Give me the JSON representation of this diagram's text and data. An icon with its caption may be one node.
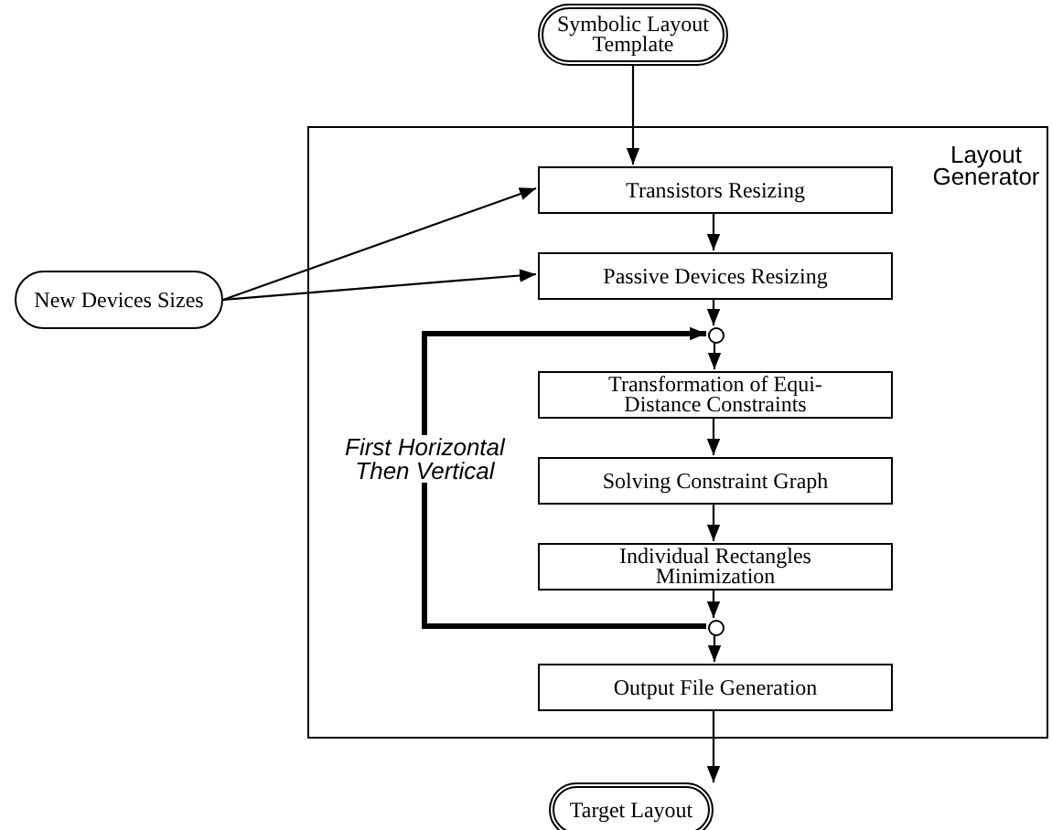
{
  "diagram": {
    "nodes": [
      {
        "text": [
          "Symbolic Layout Template"
        ]
      },
      {
        "text": [
          "Layout Generator"
        ]
      },
      {
        "text": [
          "New Devices Sizes"
        ]
      },
      {
        "text": [
          "Transistors Resizing"
        ],
        "in": 1
      },
      {
        "text": [
          "Passive Devices Resizing"
        ],
        "in": 1
      },
      {
        "text": [],
        "shape": "circle",
        "in": 1
      },
      {
        "text": [
          "Transformation of Equi-Distance Constraints"
        ],
        "in": 1
      },
      {
        "text": [
          "Solving Constraint Graph"
        ],
        "in": 1
      },
      {
        "text": [
          "Individual Rectangles Minimization"
        ],
        "in": 1
      },
      {
        "text": [],
        "shape": "circle",
        "in": 1
      },
      {
        "text": [
          "Output File Generation"
        ],
        "in": 1
      },
      {
        "text": [
          "Target Layout"
        ]
      }
    ],
    "edges": [
      {
        "from": 0,
        "to": 3,
        "arrow": "to"
      },
      {
        "from": 2,
        "to": 3,
        "arrow": "to"
      },
      {
        "from": 2,
        "to": 4,
        "arrow": "to"
      },
      {
        "from": 3,
        "to": 4,
        "arrow": "to"
      },
      {
        "from": 4,
        "to": 5,
        "arrow": "to"
      },
      {
        "from": 5,
        "to": 6,
        "arrow": "to"
      },
      {
        "from": 6,
        "to": 7,
        "arrow": "to"
      },
      {
        "from": 7,
        "to": 8,
        "arrow": "to"
      },
      {
        "from": 8,
        "to": 9,
        "arrow": "to"
      },
      {
        "from": 9,
        "to": 10,
        "arrow": "to"
      },
      {
        "from": 10,
        "to": 11,
        "arrow": "to"
      },
      {
        "from": 9,
        "to": 5,
        "arrow": "to",
        "label": "First Horizontal Then Vertical",
        "style": "thick"
      }
    ]
  }
}
